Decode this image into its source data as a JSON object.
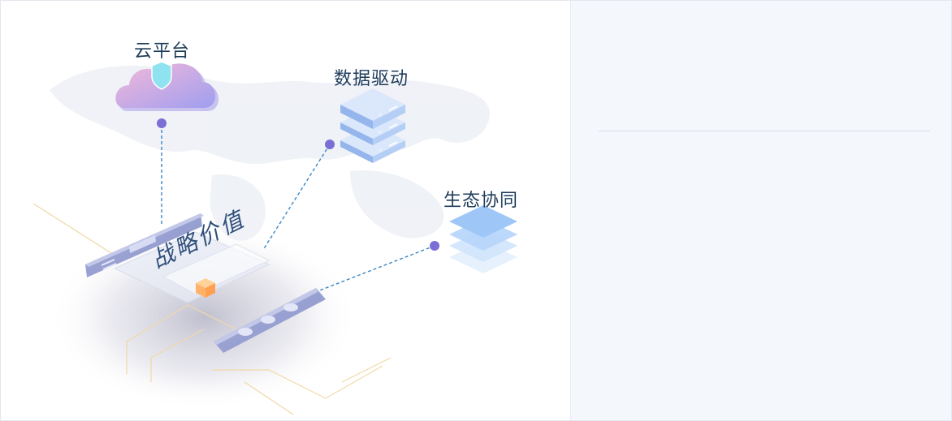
{
  "diagram": {
    "labels": {
      "cloud": "云平台",
      "data": "数据驱动",
      "eco": "生态协同",
      "strategy": "战略价值"
    },
    "colors": {
      "accent": "#7b6fd6",
      "dash": "#3b86c4",
      "text": "#1d3b5a",
      "panel": "#f4f7fb"
    },
    "icons": [
      "cloud-shield-icon",
      "server-stack-icon",
      "layers-icon",
      "cube-icon"
    ]
  }
}
